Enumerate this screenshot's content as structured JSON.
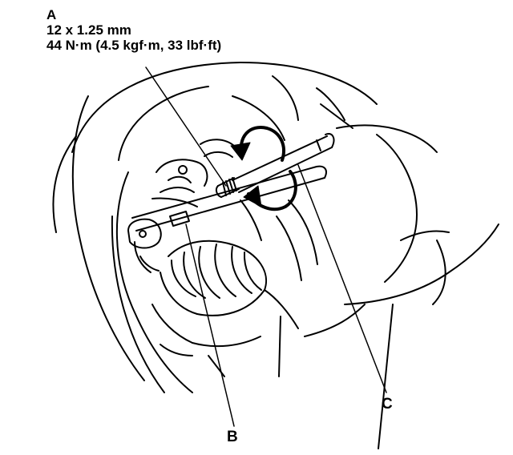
{
  "callout_a": {
    "label": "A",
    "size": "12 x 1.25 mm",
    "torque": "44 N·m (4.5 kgf·m, 33 lbf·ft)"
  },
  "callout_b": {
    "label": "B"
  },
  "callout_c": {
    "label": "C"
  },
  "colors": {
    "ink": "#000000",
    "paper": "#ffffff"
  }
}
